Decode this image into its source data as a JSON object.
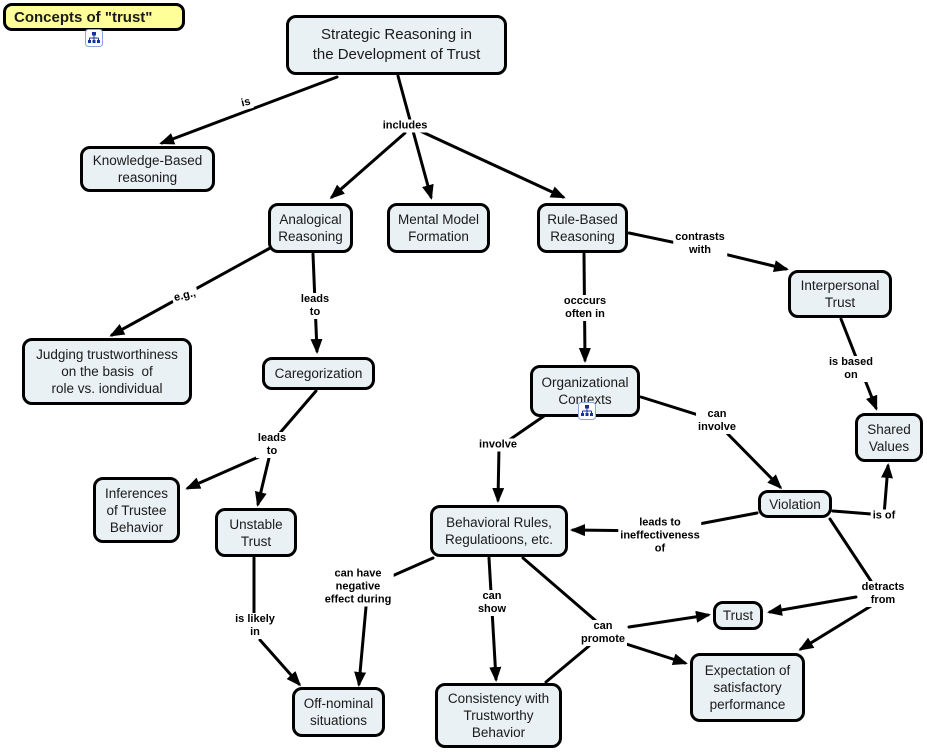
{
  "title": {
    "label": "Concepts of \"trust\""
  },
  "colors": {
    "node_fill": "#e9f1f4",
    "title_fill": "#ffff99",
    "line": "#000000",
    "icon_blue": "#16339c"
  },
  "icons": {
    "linked_cmap": "tree-hierarchy-icon"
  },
  "nodes": [
    {
      "id": "strategic",
      "label": "Strategic Reasoning in\nthe Development of Trust"
    },
    {
      "id": "knowledge",
      "label": "Knowledge-Based\nreasoning"
    },
    {
      "id": "analogical",
      "label": "Analogical\nReasoning"
    },
    {
      "id": "mental",
      "label": "Mental Model\nFormation"
    },
    {
      "id": "rule",
      "label": "Rule-Based\nReasoning"
    },
    {
      "id": "interpersonal",
      "label": "Interpersonal\nTrust"
    },
    {
      "id": "judging",
      "label": "Judging trustworthiness\non the basis  of\nrole vs. iondividual"
    },
    {
      "id": "caregorization",
      "label": "Caregorization"
    },
    {
      "id": "orgcontexts",
      "label": "Organizational\nContexts"
    },
    {
      "id": "shared",
      "label": "Shared\nValues"
    },
    {
      "id": "violation",
      "label": "Violation"
    },
    {
      "id": "behavioral",
      "label": "Behavioral Rules,\nRegulatioons, etc."
    },
    {
      "id": "inferences",
      "label": "Inferences\nof Trustee\nBehavior"
    },
    {
      "id": "unstable",
      "label": "Unstable\nTrust"
    },
    {
      "id": "offnominal",
      "label": "Off-nominal\nsituations"
    },
    {
      "id": "consistency",
      "label": "Consistency with\nTrustworthy\nBehavior"
    },
    {
      "id": "trust",
      "label": "Trust"
    },
    {
      "id": "expectation",
      "label": "Expectation of\nsatisfactory\nperformance"
    }
  ],
  "links": [
    {
      "id": "is",
      "text": "is"
    },
    {
      "id": "includes",
      "text": "includes"
    },
    {
      "id": "eg",
      "text": "e.g.,"
    },
    {
      "id": "leads-to-1",
      "text": "leads\nto"
    },
    {
      "id": "contrasts-with",
      "text": "contrasts\nwith"
    },
    {
      "id": "occcurs-often-in",
      "text": "occcurs\noften in"
    },
    {
      "id": "is-based-on",
      "text": "is based\non"
    },
    {
      "id": "can-involve",
      "text": "can\ninvolve"
    },
    {
      "id": "involve",
      "text": "involve"
    },
    {
      "id": "is-of",
      "text": "is of"
    },
    {
      "id": "leads-to-ineffectiveness",
      "text": "leads to\nineffectiveness\nof"
    },
    {
      "id": "leads-to-2",
      "text": "leads\nto"
    },
    {
      "id": "can-have-negative",
      "text": "can have\nnegative\neffect during"
    },
    {
      "id": "is-likely-in",
      "text": "is likely\nin"
    },
    {
      "id": "can-show",
      "text": "can\nshow"
    },
    {
      "id": "can-promote",
      "text": "can\npromote"
    },
    {
      "id": "detracts-from",
      "text": "detracts\nfrom"
    }
  ]
}
